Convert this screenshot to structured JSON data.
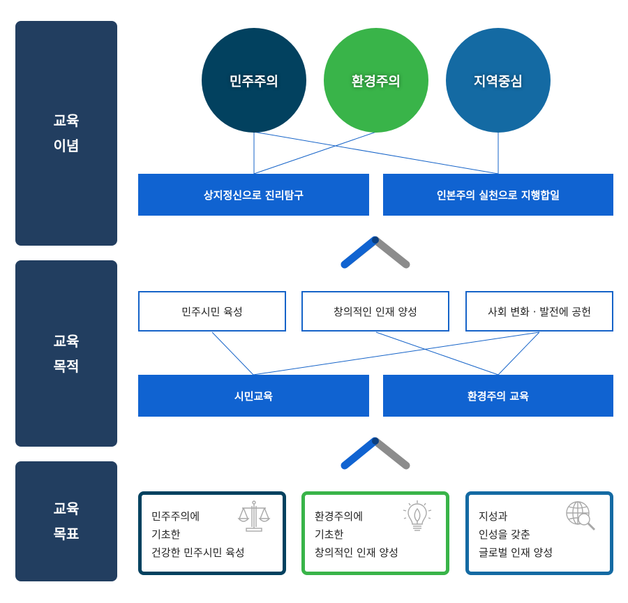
{
  "sections": [
    {
      "label_lines": [
        "교육",
        "이념"
      ]
    },
    {
      "label_lines": [
        "교육",
        "목적"
      ]
    },
    {
      "label_lines": [
        "교육",
        "목표"
      ]
    }
  ],
  "ideology": {
    "circles": [
      {
        "label": "민주주의",
        "color": "#02415f"
      },
      {
        "label": "환경주의",
        "color": "#39b449"
      },
      {
        "label": "지역중심",
        "color": "#146aa3"
      }
    ],
    "bars": [
      "상지정신으로 진리탐구",
      "인본주의 실천으로 지행합일"
    ]
  },
  "purpose": {
    "boxes": [
      "민주시민 육성",
      "창의적인 인재 양성",
      "사회 변화 · 발전에 공헌"
    ],
    "bars": [
      "시민교육",
      "환경주의 교육"
    ]
  },
  "goals": [
    {
      "lines": [
        "민주주의에",
        "기초한",
        "건강한 민주시민 육성"
      ],
      "border_color": "#02415f",
      "icon": "scales-icon"
    },
    {
      "lines": [
        "환경주의에",
        "기초한",
        "창의적인 인재 양성"
      ],
      "border_color": "#39b449",
      "icon": "lightbulb-leaf-icon"
    },
    {
      "lines": [
        "지성과",
        "인성을 갖춘",
        "글로벌 인재 양성"
      ],
      "border_color": "#146aa3",
      "icon": "globe-search-icon"
    }
  ],
  "colors": {
    "bar_blue": "#1063d1",
    "side_navy": "#223e60",
    "chevron_blue": "#1063d1",
    "chevron_gray": "#8c8c8c",
    "connector": "#1563c8"
  }
}
